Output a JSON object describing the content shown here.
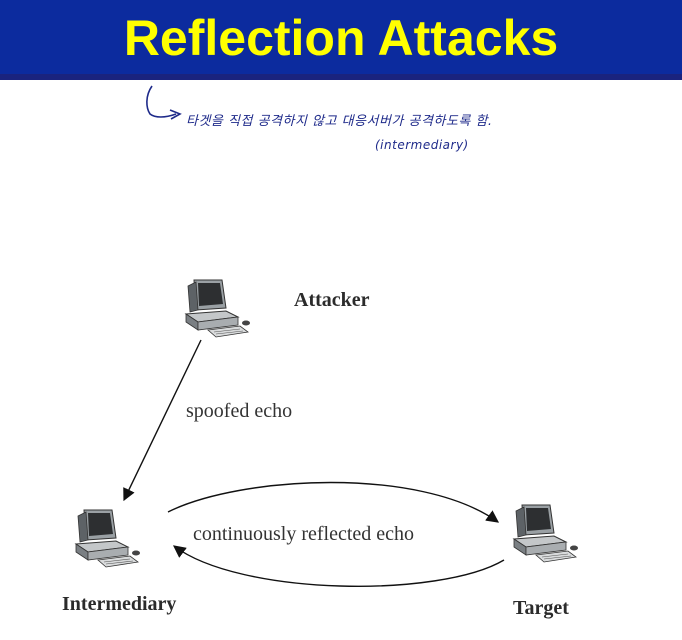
{
  "title": "Reflection Attacks",
  "annotation": {
    "line1": "타겟을 직접 공격하지 않고 대응서버가 공격하도록 함.",
    "line2": "(intermediary)"
  },
  "nodes": {
    "attacker": "Attacker",
    "intermediary": "Intermediary",
    "target": "Target"
  },
  "edges": {
    "spoofed": "spoofed echo",
    "reflected": "continuously reflected echo"
  },
  "colors": {
    "title_bg": "#0c2b9e",
    "title_text": "#ffff00",
    "annotation": "#1e2a8a"
  }
}
